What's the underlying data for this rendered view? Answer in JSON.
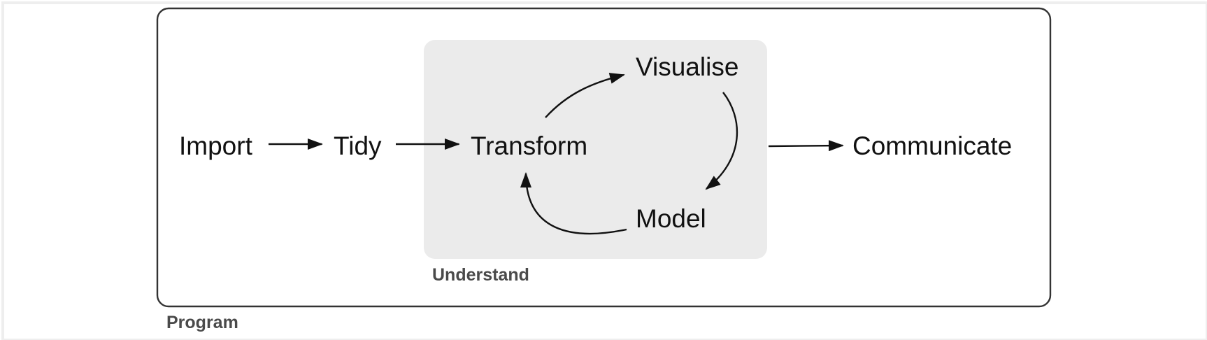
{
  "colors": {
    "understand_fill": "#ebebeb",
    "program_stroke": "#333333",
    "arrow": "#111111",
    "text": "#111111",
    "group_label": "#4a4a4a"
  },
  "groups": {
    "program_label": "Program",
    "understand_label": "Understand"
  },
  "nodes": {
    "import": "Import",
    "tidy": "Tidy",
    "transform": "Transform",
    "visualise": "Visualise",
    "model": "Model",
    "communicate": "Communicate"
  },
  "edges": [
    {
      "from": "Import",
      "to": "Tidy"
    },
    {
      "from": "Tidy",
      "to": "Transform"
    },
    {
      "from": "Transform",
      "to": "Visualise"
    },
    {
      "from": "Visualise",
      "to": "Model"
    },
    {
      "from": "Model",
      "to": "Transform"
    },
    {
      "from": "Understand",
      "to": "Communicate"
    }
  ]
}
